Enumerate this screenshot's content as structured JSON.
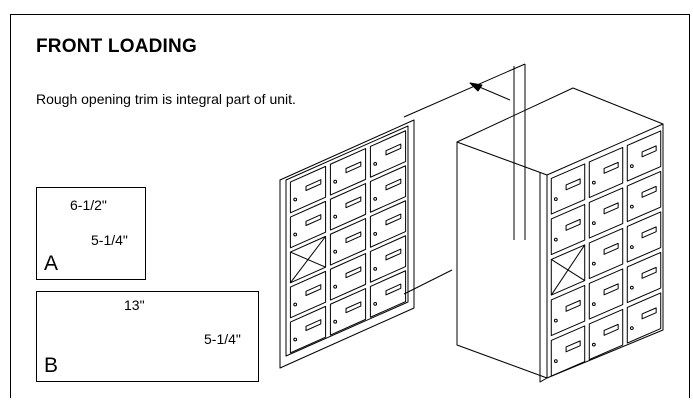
{
  "title": "FRONT LOADING",
  "note": "Rough opening trim is integral part of unit.",
  "box_a": {
    "width": "6-1/2\"",
    "height": "5-1/4\"",
    "letter": "A"
  },
  "box_b": {
    "width": "13\"",
    "height": "5-1/4\"",
    "letter": "B"
  },
  "mailbox_grid": {
    "rows": 5,
    "columns": 3
  }
}
